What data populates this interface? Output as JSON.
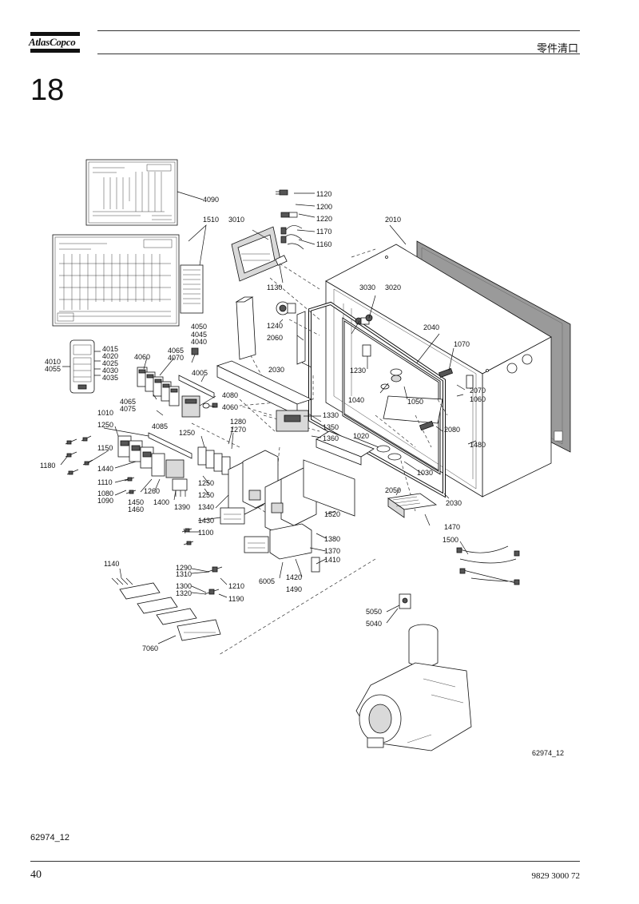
{
  "header": {
    "logo_text": "AtlasCopco",
    "section_title": "零件清口"
  },
  "page": {
    "section_number": "18",
    "figure_ref_diagram": "62974_12",
    "figure_ref_bottom": "62974_12",
    "page_number": "40",
    "doc_number": "9829 3000 72"
  },
  "callouts": {
    "c4090": "4090",
    "c1510": "1510",
    "c3010": "3010",
    "c2010": "2010",
    "c1120": "1120",
    "c1200": "1200",
    "c1220": "1220",
    "c1170": "1170",
    "c1160": "1160",
    "c1130": "1130",
    "c3030": "3030",
    "c3020": "3020",
    "c1240": "1240",
    "c2060": "2060",
    "c2040": "2040",
    "c1070": "1070",
    "c4050": "4050",
    "c4045": "4045",
    "c4040": "4040",
    "c4015": "4015",
    "c4020": "4020",
    "c4010": "4010",
    "c4025": "4025",
    "c4055": "4055",
    "c4030": "4030",
    "c4035": "4035",
    "c4060": "4060",
    "c4065": "4065",
    "c4070": "4070",
    "c4005": "4005",
    "c2030a": "2030",
    "c1230": "1230",
    "c2070": "2070",
    "c1060": "1060",
    "c4080": "4080",
    "c4065b": "4065",
    "c4075": "4075",
    "c4060b": "4060",
    "c1040": "1040",
    "c1050": "1050",
    "c1330": "1330",
    "c1010": "1010",
    "c4085": "4085",
    "c1280": "1280",
    "c1270": "1270",
    "c1350": "1350",
    "c1250a": "1250",
    "c1250b": "1250",
    "c1360": "1360",
    "c1020": "1020",
    "c2080": "2080",
    "c1480": "1480",
    "c1180": "1180",
    "c1150": "1150",
    "c1440": "1440",
    "c1250c": "1250",
    "c1110": "1110",
    "c1260": "1260",
    "c1080": "1080",
    "c1090": "1090",
    "c1450": "1450",
    "c1460": "1460",
    "c1400": "1400",
    "c1250d": "1250",
    "c1390": "1390",
    "c1340": "1340",
    "c1030": "1030",
    "c2050": "2050",
    "c2030b": "2030",
    "c1520": "1520",
    "c1430": "1430",
    "c1100": "1100",
    "c1470": "1470",
    "c1380": "1380",
    "c1500": "1500",
    "c1370": "1370",
    "c1410": "1410",
    "c1140": "1140",
    "c1290": "1290",
    "c1310": "1310",
    "c6005": "6005",
    "c1420": "1420",
    "c1210": "1210",
    "c1300": "1300",
    "c1320": "1320",
    "c1190": "1190",
    "c1490": "1490",
    "c5050": "5050",
    "c5040": "5040",
    "c7060": "7060"
  },
  "colors": {
    "line": "#111111",
    "panel_gray": "#9a9a9a",
    "part_gray": "#d9d9d9"
  }
}
